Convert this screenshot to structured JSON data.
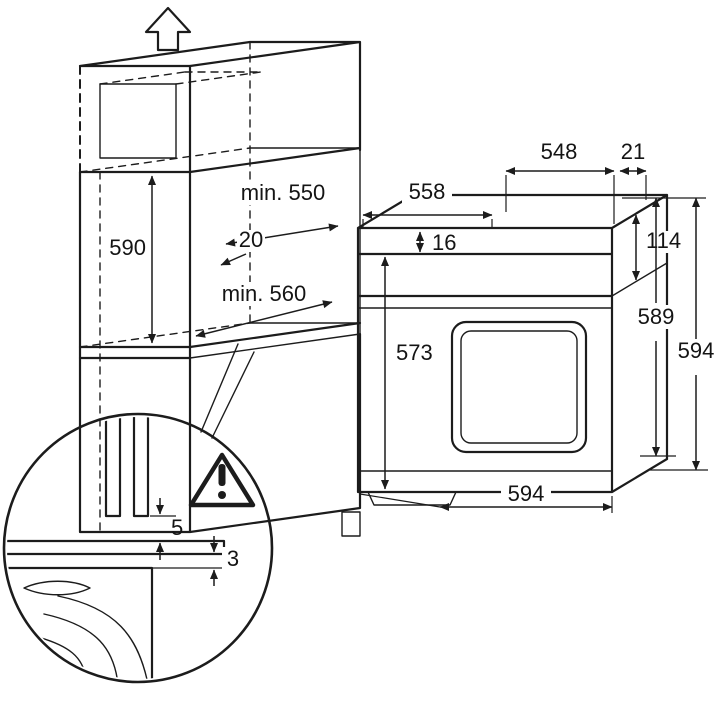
{
  "diagram": {
    "name": "built-in-oven-installation-dimensions",
    "cabinet": {
      "extract_icon": "up-arrow-icon",
      "dims": {
        "niche_depth": "min. 550",
        "niche_height": "590",
        "setback": "20",
        "niche_width": "min. 560"
      }
    },
    "oven": {
      "dims": {
        "top_depth": "548",
        "front_offset": "21",
        "body_width": "558",
        "top_trim": "16",
        "panel_height": "114",
        "body_height": "573",
        "back_height": "589",
        "total_height": "594",
        "front_width": "594"
      }
    },
    "detail": {
      "warning_icon": "warning-triangle-icon",
      "dims": {
        "gap_upper": "5",
        "gap_lower": "3"
      }
    }
  }
}
